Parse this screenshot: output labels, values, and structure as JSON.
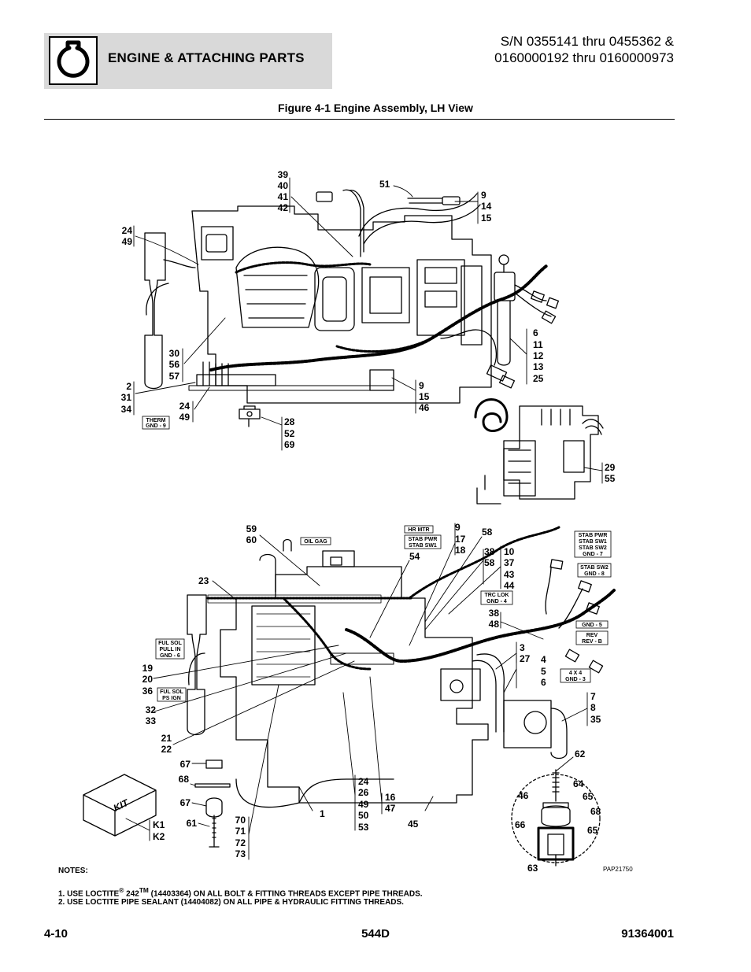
{
  "header": {
    "section_title": "ENGINE & ATTACHING PARTS",
    "serial_line_1": "S/N 0355141 thru 0455362 &",
    "serial_line_2": "0160000192 thru 0160000973",
    "icon": "engine-section-icon"
  },
  "figure": {
    "title": "Figure 4-1 Engine Assembly, LH View",
    "ref_code": "PAP21750"
  },
  "callouts_top": {
    "c39_42": [
      "39",
      "40",
      "41",
      "42"
    ],
    "c51": "51",
    "c9_14_15": [
      "9",
      "14",
      "15"
    ],
    "c24_49a": [
      "24",
      "49"
    ],
    "c6_25": [
      "6",
      "11",
      "12",
      "13",
      "25"
    ],
    "c30_57": [
      "30",
      "56",
      "57"
    ],
    "c9_15_46": [
      "9",
      "15",
      "46"
    ],
    "c2_31_34": [
      "2",
      "31",
      "34"
    ],
    "c24_49b": [
      "24",
      "49"
    ],
    "c28_69": [
      "28",
      "52",
      "69"
    ],
    "c29_55": [
      "29",
      "55"
    ]
  },
  "tags_top": {
    "therm": [
      "THERM",
      "GND - 9"
    ]
  },
  "callouts_bottom": {
    "c59_60": [
      "59",
      "60"
    ],
    "c9_17_18": [
      "9",
      "17",
      "18"
    ],
    "c58": "58",
    "c54": "54",
    "c38_58": [
      "38",
      "58"
    ],
    "c10_44": [
      "10",
      "37",
      "43",
      "44"
    ],
    "c23": "23",
    "c38_48": [
      "38",
      "48"
    ],
    "c19_36": [
      "19",
      "20",
      "36"
    ],
    "c3_27": [
      "3",
      "27"
    ],
    "c4_6": [
      "4",
      "5",
      "6"
    ],
    "c32_33": [
      "32",
      "33"
    ],
    "c7_35": [
      "7",
      "8",
      "35"
    ],
    "c21_22": [
      "21",
      "22"
    ],
    "c62": "62",
    "c67a": "67",
    "c68a": "68",
    "c64": "64",
    "c67b": "67",
    "c46": "46",
    "c65a": "65",
    "c1": "1",
    "c68b": "68",
    "c61": "61",
    "c66": "66",
    "c65b": "65",
    "c24_53": [
      "24",
      "26",
      "49",
      "50",
      "53"
    ],
    "c16_47": [
      "16",
      "47"
    ],
    "c45": "45",
    "c70_73": [
      "70",
      "71",
      "72",
      "73"
    ],
    "c63": "63",
    "ck": [
      "K1",
      "K2"
    ],
    "kit": "KIT"
  },
  "tags_bottom": {
    "oil_gag": [
      "OIL GAG"
    ],
    "hr_mtr": [
      "HR MTR"
    ],
    "stab_pwr_sw1": [
      "STAB PWR",
      "STAB SW1"
    ],
    "stab_group": [
      "STAB PWR",
      "STAB SW1",
      "STAB SW2",
      "GND - 7"
    ],
    "stab_sw2": [
      "STAB SW2",
      "GND - 8"
    ],
    "trc_lok": [
      "TRC LOK",
      "GND - 4"
    ],
    "gnd5": [
      "GND - 5"
    ],
    "rev": [
      "REV",
      "REV - B"
    ],
    "fwd4x4": [
      "4 X 4",
      "GND - 3"
    ],
    "ful_sol_pull": [
      "FUL SOL",
      "PULL IN",
      "GND - 6"
    ],
    "ful_sol_ps": [
      "FUL SOL",
      "PS IGN"
    ]
  },
  "notes": {
    "title": "NOTES:",
    "line1_prefix": "1.   USE LOCTITE",
    "line1_sup1": "®",
    "line1_mid": " 242",
    "line1_sup2": "TM",
    "line1_suffix": " (14403364) ON ALL BOLT & FITTING THREADS EXCEPT PIPE THREADS.",
    "line2": "2.   USE LOCTITE PIPE SEALANT (14404082) ON ALL PIPE & HYDRAULIC FITTING THREADS."
  },
  "footer": {
    "page": "4-10",
    "model": "544D",
    "doc_number": "91364001"
  }
}
